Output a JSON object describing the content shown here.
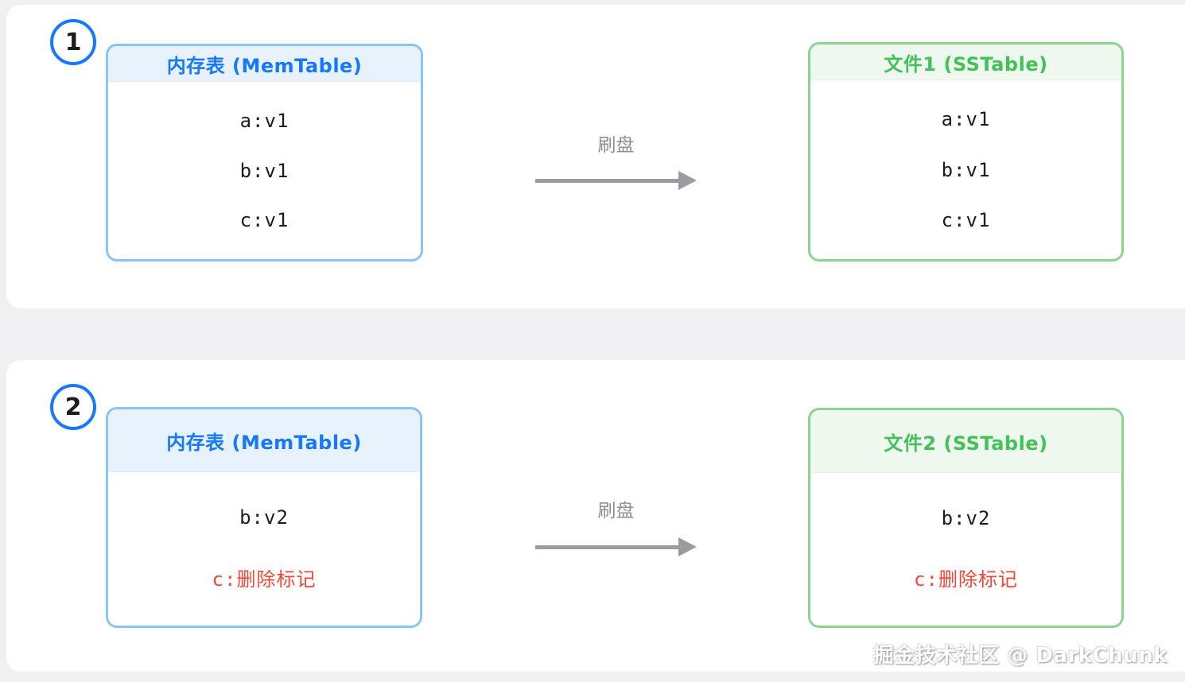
{
  "colors": {
    "page_bg": "#f0f0f2",
    "panel_bg": "#ffffff",
    "blue_accent": "#1677ff",
    "blue_border": "#8ac4f2",
    "blue_header_bg": "#e8f2fd",
    "green_accent": "#42c158",
    "green_border": "#8bd391",
    "green_header_bg": "#eef8ef",
    "entry_text": "#1d1d1f",
    "delete_red": "#f2463a",
    "arrow_gray": "#9b9ba1"
  },
  "steps": [
    {
      "badge": "1",
      "memtable": {
        "title": "内存表 (MemTable)",
        "entries": [
          "a:v1",
          "b:v1",
          "c:v1"
        ]
      },
      "arrow_label": "刷盘",
      "sstable": {
        "title": "文件1 (SSTable)",
        "entries": [
          "a:v1",
          "b:v1",
          "c:v1"
        ]
      }
    },
    {
      "badge": "2",
      "memtable": {
        "title": "内存表 (MemTable)",
        "entries": [
          "b:v2",
          "c:删除标记"
        ]
      },
      "arrow_label": "刷盘",
      "sstable": {
        "title": "文件2 (SSTable)",
        "entries": [
          "b:v2",
          "c:删除标记"
        ]
      }
    }
  ],
  "watermark": "掘金技术社区 @ DarkChunk"
}
